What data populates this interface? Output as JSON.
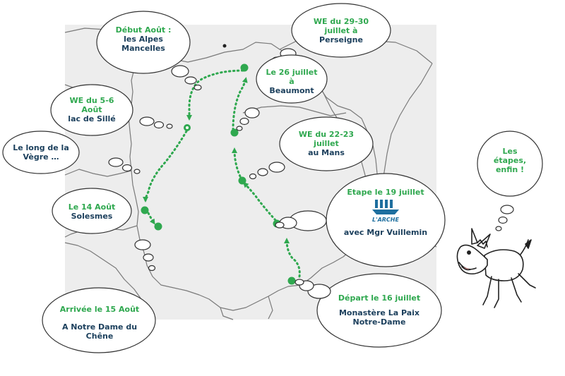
{
  "colors": {
    "map_fill": "#ededed",
    "border_line": "#7a7a7a",
    "route_green": "#2fa84f",
    "text_blue": "#1b3f5c",
    "logo_blue": "#1e6f9f"
  },
  "bubbles": {
    "debut_aout": {
      "green": "Début Août :",
      "blue": "les Alpes Mancelles"
    },
    "we_29_30": {
      "green": "WE du 29-30 juillet à",
      "blue": "Perseigne"
    },
    "le_26": {
      "green": "Le 26 juillet à",
      "blue": "Beaumont"
    },
    "we_5_6": {
      "green": "WE du 5-6 Août",
      "blue": "lac de Sillé"
    },
    "vegre": {
      "green": "",
      "blue": "Le long de la Vègre …"
    },
    "we_22_23": {
      "green": "WE du 22-23 juillet",
      "blue": "au Mans"
    },
    "etapes": {
      "green": "Les étapes, enfin !",
      "blue": ""
    },
    "le_14": {
      "green": "Le 14 Août",
      "blue": "Solesmes"
    },
    "etape_19": {
      "green": "Etape le 19 juillet",
      "blue": "avec Mgr Vuillemin",
      "logo": "L'ARCHE"
    },
    "arrivee": {
      "green": "Arrivée le 15 Août",
      "blue": "A Notre Dame du Chêne"
    },
    "depart": {
      "green": "Départ le 16 juillet",
      "blue": "Monastère La Paix Notre-Dame"
    }
  },
  "icons": {
    "route": "dotted-arrow-route",
    "stop": "green-dot-marker",
    "logo": "arche-boat-logo",
    "mascot": "donkey-illustration"
  }
}
